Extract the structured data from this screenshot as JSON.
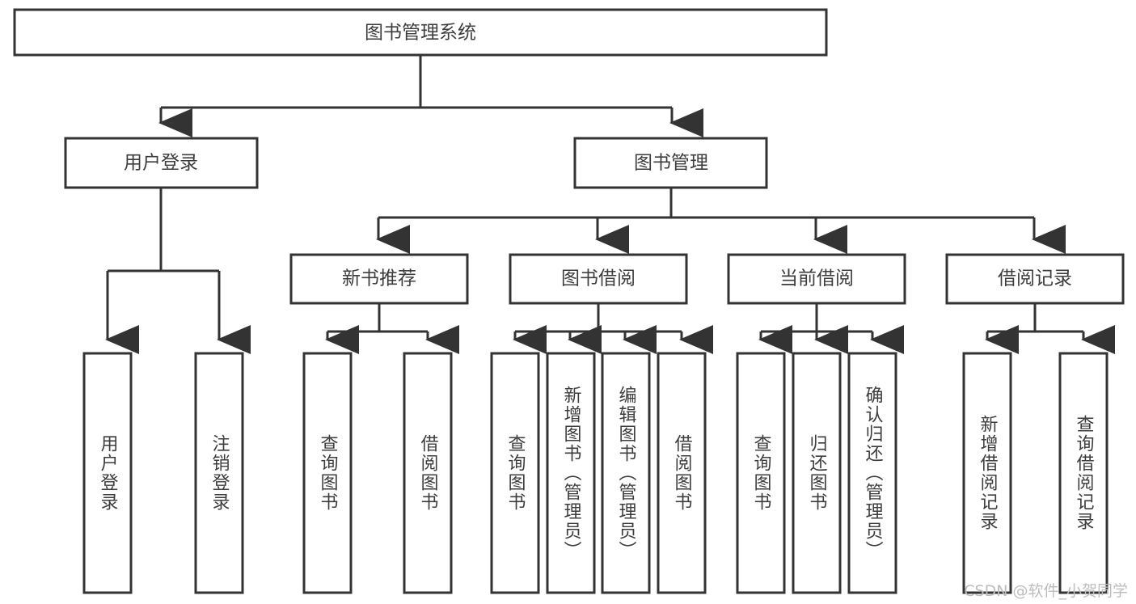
{
  "diagram": {
    "title": "图书管理系统",
    "type": "tree",
    "colors": {
      "box_stroke": "#333333",
      "box_fill": "#ffffff",
      "text": "#3d3d3d",
      "background": "#ffffff",
      "watermark": "#bdbdbd"
    },
    "root": {
      "label": "图书管理系统"
    },
    "level2": [
      {
        "label": "用户登录"
      },
      {
        "label": "图书管理"
      }
    ],
    "level3": [
      {
        "label": "新书推荐"
      },
      {
        "label": "图书借阅"
      },
      {
        "label": "当前借阅"
      },
      {
        "label": "借阅记录"
      }
    ],
    "leaves": {
      "user_login": [
        {
          "label": "用户登录"
        },
        {
          "label": "注销登录"
        }
      ],
      "new_book_recommend": [
        {
          "label": "查询图书"
        },
        {
          "label": "借阅图书"
        }
      ],
      "book_borrow": [
        {
          "label": "查询图书"
        },
        {
          "label": "新增图书（管理员）"
        },
        {
          "label": "编辑图书（管理员）"
        },
        {
          "label": "借阅图书"
        }
      ],
      "current_borrow": [
        {
          "label": "查询图书"
        },
        {
          "label": "归还图书"
        },
        {
          "label": "确认归还（管理员）"
        }
      ],
      "borrow_record": [
        {
          "label": "新增借阅记录"
        },
        {
          "label": "查询借阅记录"
        }
      ]
    }
  },
  "watermark": {
    "text": "CSDN @软件_小贺同学"
  }
}
